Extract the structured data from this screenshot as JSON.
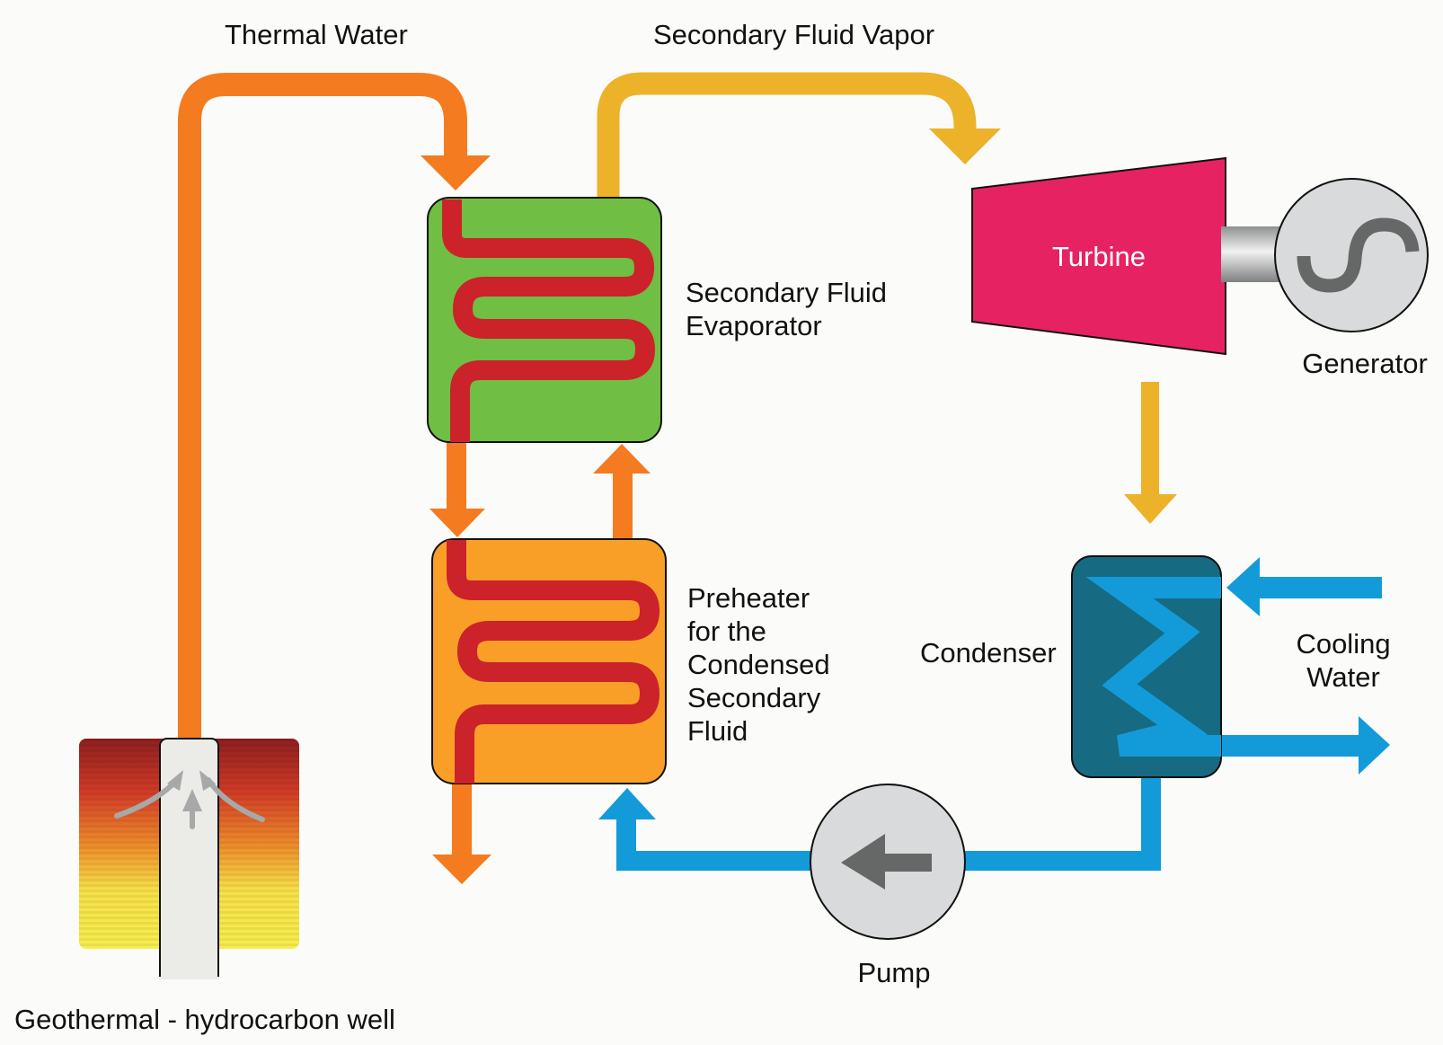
{
  "title": "Binary cycle geothermal power plant with hydrocarbon well",
  "colors": {
    "background": "#fbfbf9",
    "thermal_water": "#f47b20",
    "secondary_vapor": "#ecb22a",
    "cooling_water": "#139bd9",
    "coil": "#cc2229",
    "evaporator_fill": "#70be44",
    "preheater_fill": "#f99f27",
    "turbine_fill": "#e72262",
    "condenser_fill": "#166a82",
    "machine_gray": "#d9dadb",
    "symbol_gray": "#666767",
    "well_pipe": "#ebebe8"
  },
  "labels": {
    "thermal_water": "Thermal Water",
    "secondary_fluid_vapor": "Secondary Fluid Vapor",
    "evaporator": [
      "Secondary Fluid",
      "Evaporator"
    ],
    "preheater": [
      "Preheater",
      "for the",
      "Condensed",
      "Secondary",
      "Fluid"
    ],
    "turbine": "Turbine",
    "generator": "Generator",
    "condenser": "Condenser",
    "cooling_water": [
      "Cooling",
      "Water"
    ],
    "pump": "Pump",
    "well": "Geothermal - hydrocarbon well"
  }
}
